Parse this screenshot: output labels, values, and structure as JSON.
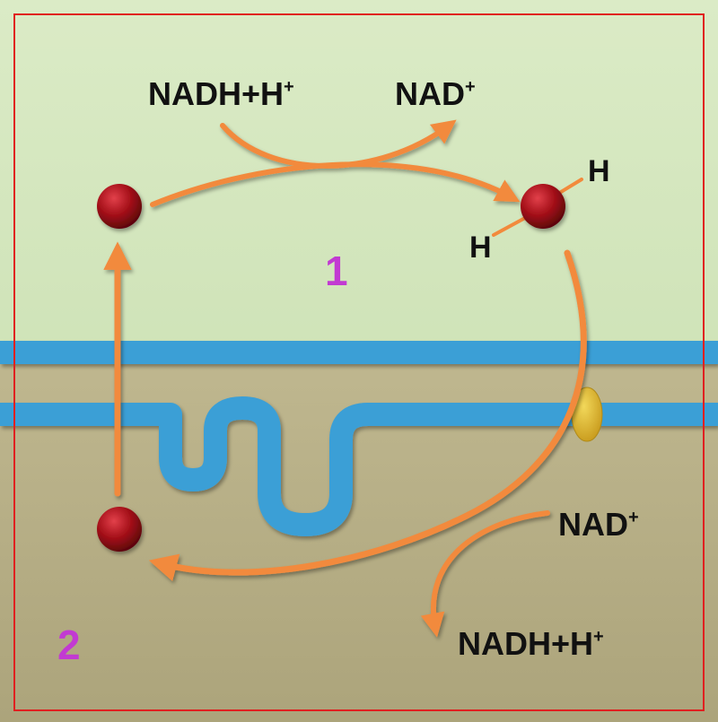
{
  "labels": {
    "top_nadh": "NADH+H",
    "top_nadh_sup": "+",
    "top_nad": "NAD",
    "top_nad_sup": "+",
    "bottom_nad": "NAD",
    "bottom_nad_sup": "+",
    "bottom_nadh": "NADH+H",
    "bottom_nadh_sup": "+",
    "h_top": "H",
    "h_left": "H",
    "step_1": "1",
    "step_2": "2"
  },
  "colors": {
    "upper_bg": "#d3e6bc",
    "lower_bg": "#b4ac84",
    "membrane": "#3b9fd6",
    "arrow": "#f28a3c",
    "molecule": "#b0111b",
    "protein": "#e0b830",
    "step_number": "#c23ad2",
    "frame": "#e02020"
  }
}
